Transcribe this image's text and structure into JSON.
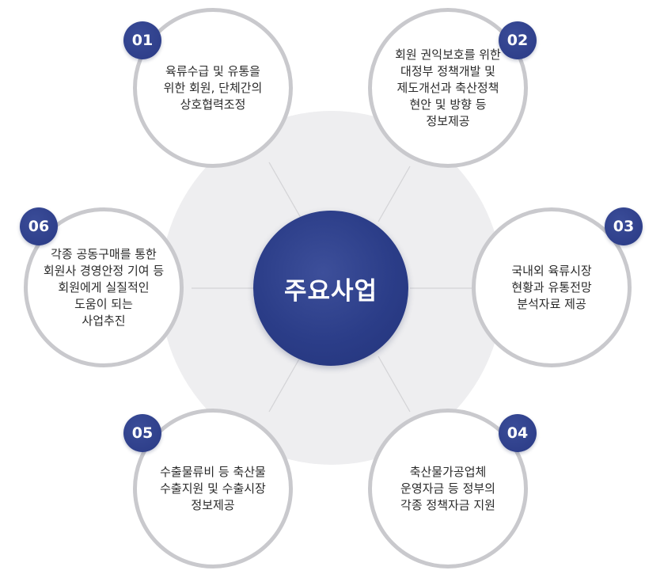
{
  "center": {
    "label": "주요사업"
  },
  "items": [
    {
      "number": "01",
      "text": "육류수급 및 유통을\n위한 회원, 단체간의\n상호협력조정"
    },
    {
      "number": "02",
      "text": "회원 권익보호를 위한\n대정부 정책개발 및\n제도개선과 축산정책\n현안 및 방향 등\n정보제공"
    },
    {
      "number": "03",
      "text": "국내외 육류시장\n현황과 유통전망\n분석자료 제공"
    },
    {
      "number": "04",
      "text": "축산물가공업체\n운영자금 등 정부의\n각종 정책자금 지원"
    },
    {
      "number": "05",
      "text": "수출물류비 등 축산물\n수출지원 및 수출시장\n정보제공"
    },
    {
      "number": "06",
      "text": "각종 공동구매를 통한\n회원사 경영안정 기여 등\n회원에게 실질적인\n도움이 되는\n사업추진"
    }
  ],
  "colors": {
    "accent": "#2b3d88",
    "ring": "#c9c9cd",
    "background_disc": "#eeeef0"
  }
}
